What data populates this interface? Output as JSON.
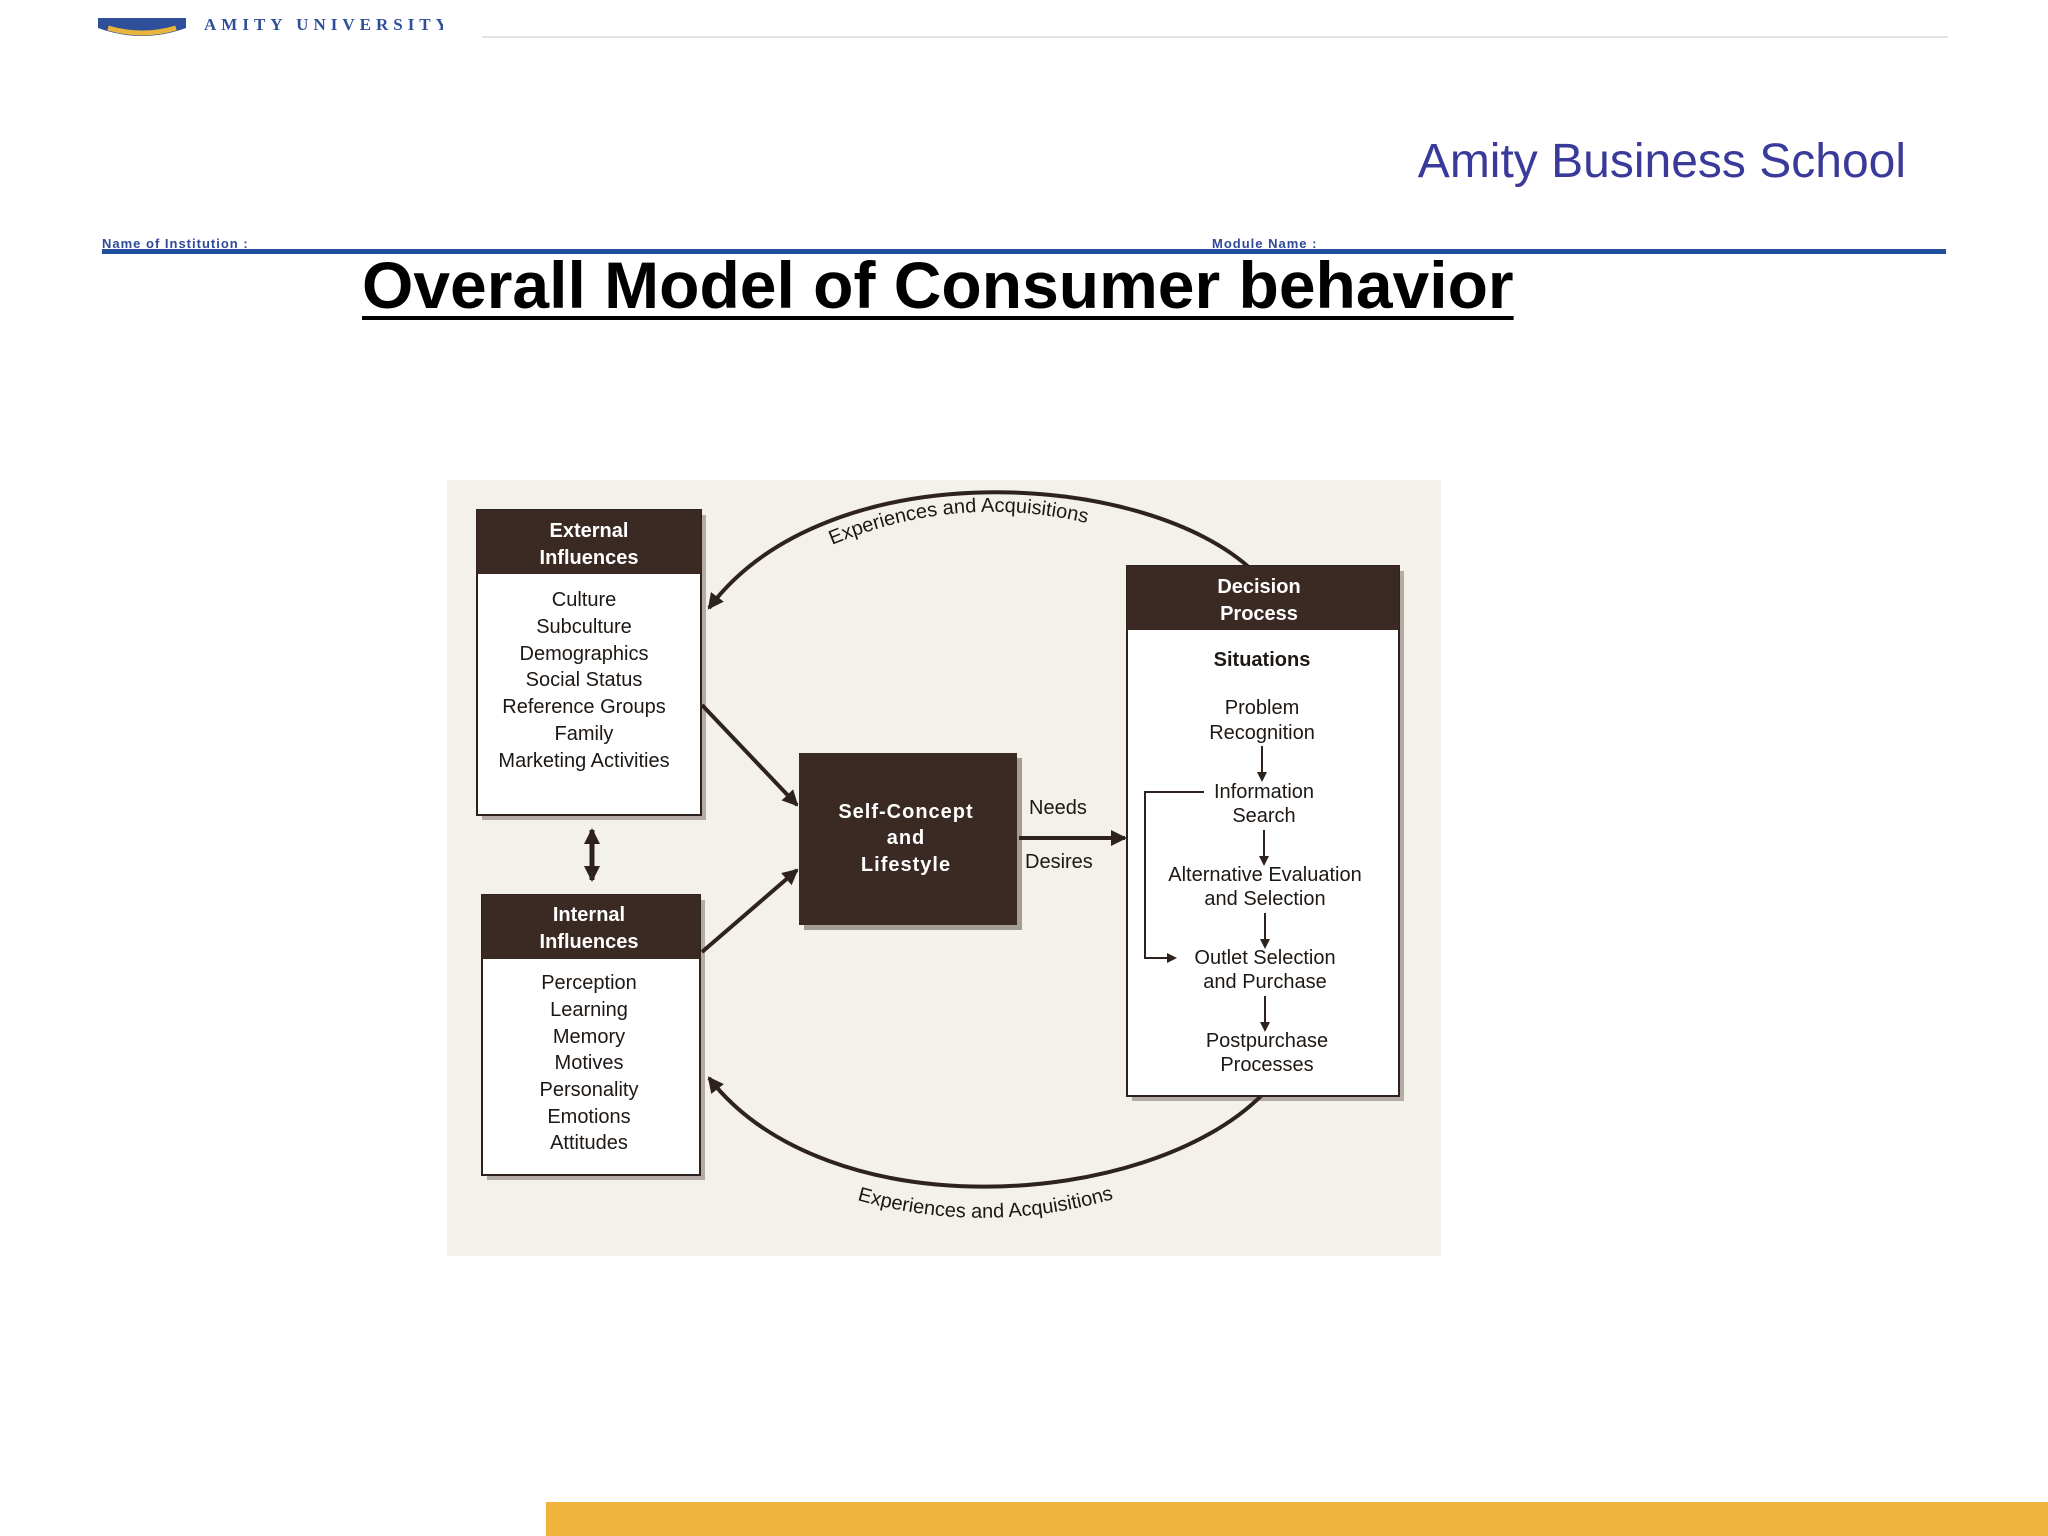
{
  "header": {
    "logo_text": "AMITY UNIVERSITY",
    "school_name": "Amity Business School",
    "institution_label": "Name of Institution :",
    "module_label": "Module Name :"
  },
  "slide": {
    "title": "Overall Model of Consumer behavior"
  },
  "diagram": {
    "arc_top_label": "Experiences and Acquisitions",
    "arc_bottom_label": "Experiences and Acquisitions",
    "external": {
      "title": [
        "External",
        "Influences"
      ],
      "items": [
        "Culture",
        "Subculture",
        "Demographics",
        "Social Status",
        "Reference Groups",
        "Family",
        "Marketing Activities"
      ]
    },
    "internal": {
      "title": [
        "Internal",
        "Influences"
      ],
      "items": [
        "Perception",
        "Learning",
        "Memory",
        "Motives",
        "Personality",
        "Emotions",
        "Attitudes"
      ]
    },
    "self_concept": {
      "lines": [
        "Self-Concept",
        "and",
        "Lifestyle"
      ]
    },
    "needs_label": "Needs",
    "desires_label": "Desires",
    "decision": {
      "title": [
        "Decision",
        "Process"
      ],
      "situations_label": "Situations",
      "steps": [
        [
          "Problem",
          "Recognition"
        ],
        [
          "Information",
          "Search"
        ],
        [
          "Alternative Evaluation",
          "and Selection"
        ],
        [
          "Outlet Selection",
          "and Purchase"
        ],
        [
          "Postpurchase",
          "Processes"
        ]
      ]
    }
  },
  "colors": {
    "school_blue": "#3a3a9a",
    "rule_blue": "#1f4e9c",
    "footer_gold": "#f0b43c",
    "box_dark": "#3b2a24"
  }
}
